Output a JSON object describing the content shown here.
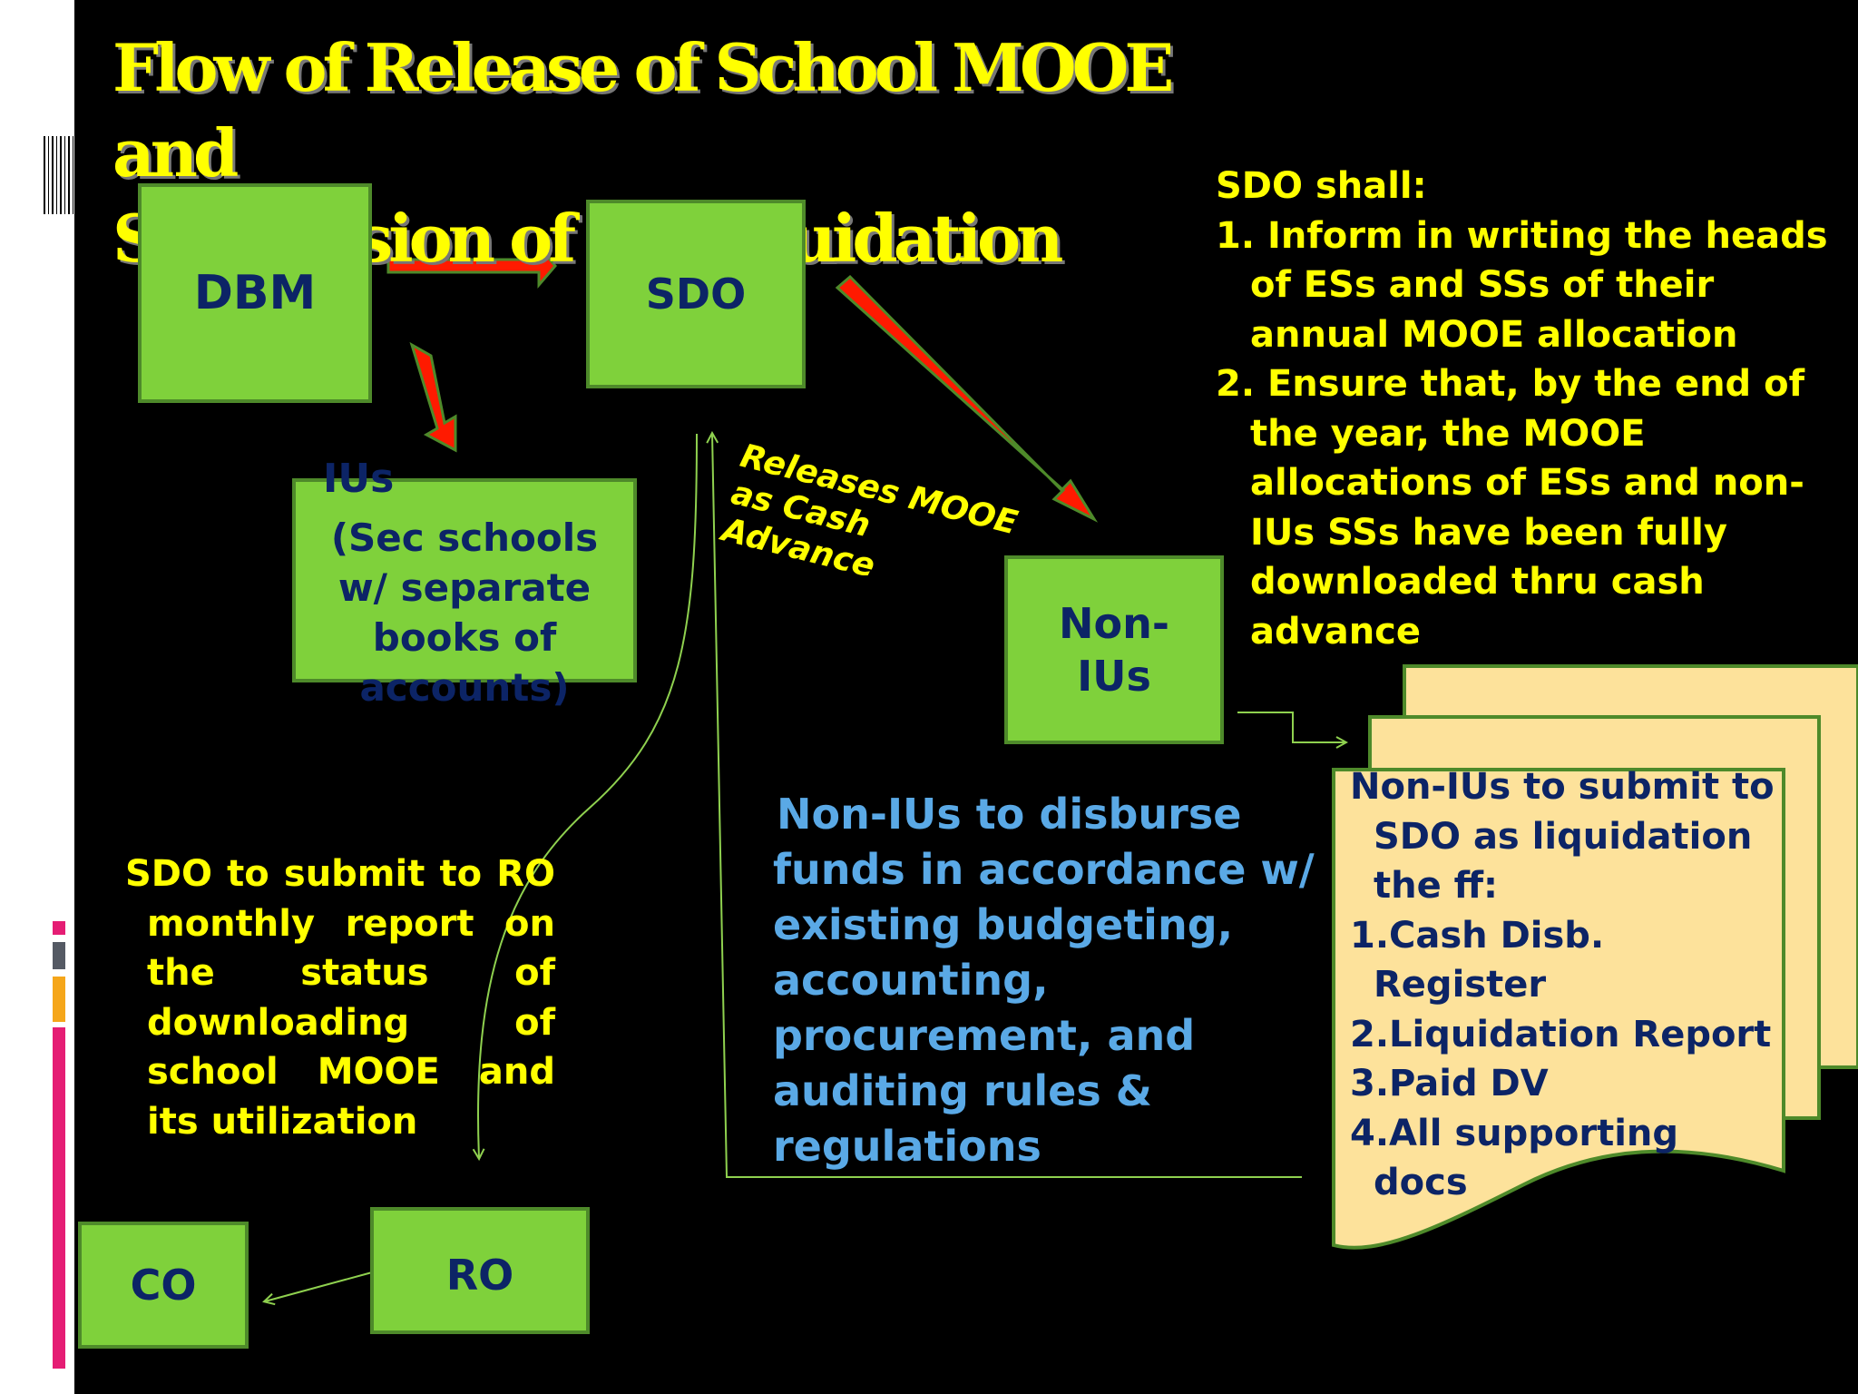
{
  "slide": {
    "title_line1": "Flow of Release of School MOOE and",
    "title_line2": "Submission of its Liquidation"
  },
  "boxes": {
    "dbm": "DBM",
    "sdo": "SDO",
    "ius_title": "IUs",
    "ius_detail": "(Sec schools w/ separate books of accounts)",
    "non_ius_line1": "Non-",
    "non_ius_line2": "IUs",
    "ro": "RO",
    "co": "CO"
  },
  "annotations": {
    "releases_line1": "Releases MOOE",
    "releases_line2": "as  Cash",
    "releases_line3": "Advance",
    "sdo_report": "SDO to submit to RO monthly report on the status of downloading of school MOOE and its utilization",
    "non_ius_disburse": "Non-IUs to disburse funds in accordance w/ existing budgeting, accounting, procurement, and auditing rules & regulations"
  },
  "sdo_shall": {
    "heading": "SDO shall:",
    "items": [
      "1. Inform in writing the heads of ESs and SSs of their annual MOOE allocation",
      "2. Ensure that, by the end of the year, the MOOE allocations of ESs and non-IUs  SSs have been fully downloaded thru  cash advance"
    ]
  },
  "liquidation_doc": {
    "heading": "Non-IUs to submit to SDO as liquidation the ff:",
    "items": [
      "1.Cash Disb. Register",
      "2.Liquidation Report",
      "3.Paid DV",
      "4.All supporting docs"
    ]
  },
  "colors": {
    "background": "#000000",
    "title": "#ffff00",
    "box_fill": "#7fd13b",
    "box_text": "#0c2466",
    "arrow_red": "#ff1a00",
    "note_blue": "#5aa9e6",
    "doc_fill": "#fde29b"
  },
  "icons": {
    "flow_arrow": "red-block-arrow",
    "document": "multi-document-shape"
  }
}
